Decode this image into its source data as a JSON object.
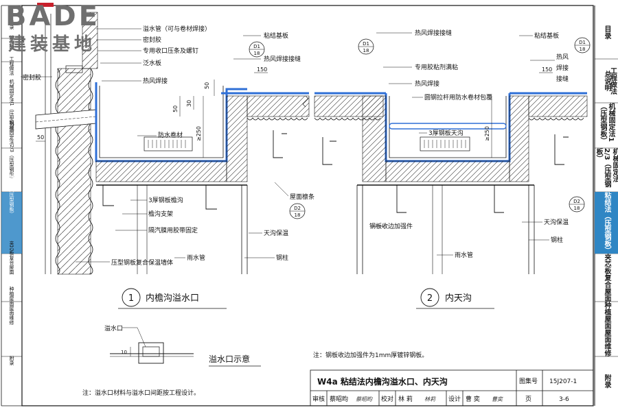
{
  "brand": {
    "top": "BADE",
    "bottom": "建装基地"
  },
  "side_tabs": [
    {
      "label": "目录",
      "active": false
    },
    {
      "label": "总说明",
      "active": false
    },
    {
      "label": "工程做法",
      "active": false
    },
    {
      "label": "机械固定法1（压型钢板）",
      "active": false
    },
    {
      "label": "机械固定法2/3（压型钢板）",
      "active": false
    },
    {
      "label": "粘结法（压型钢板）",
      "active": true
    },
    {
      "label": "夹芯板复合屋面",
      "active": false
    },
    {
      "label": "种植屋面屋面维修",
      "active": false
    },
    {
      "label": "附录",
      "active": false
    }
  ],
  "left_side_tabs": [
    "目录",
    "总说明",
    "工程做法",
    "机械固定法1（压型钢板）",
    "机械固定法2/3（压型钢板）",
    "粘结法（压型钢板）",
    "夹芯板复合屋面",
    "种植屋面屋面维修",
    "附录"
  ],
  "detail1": {
    "labels": {
      "overflow_pipe": "溢水管（可与卷材焊接）",
      "sealant_top": "密封胶",
      "batten": "专用收口压条及螺钉",
      "flashing": "泛水板",
      "hot_air_weld": "热风焊接",
      "sealant_left": "密封胶",
      "membrane": "防水卷材",
      "gutter": "3厚钢板檐沟",
      "gutter_support": "檐沟支架",
      "vapor_tape": "隔汽膜用胶带固定",
      "composite_wall": "压型钢板复合保温墙体",
      "bond_board": "粘结基板",
      "hot_air_seam": "热风焊接接缝",
      "purlin": "屋面檩条",
      "gutter_insulation": "天沟保温",
      "downpipe": "雨水管",
      "steel_column": "钢柱"
    },
    "dims": {
      "d150": "150",
      "d50a": "50",
      "d50b": "50",
      "d30": "30",
      "d250": "≥250",
      "d50c": "50"
    },
    "refs": {
      "ref1_num": "D1",
      "ref1_page": "18",
      "ref2_num": "D2",
      "ref2_page": "18"
    },
    "number": "1",
    "title": "内檐沟溢水口"
  },
  "detail2": {
    "labels": {
      "hot_air_seam": "热风焊接接缝",
      "special_glue": "专用胶粘剂满粘",
      "hot_air_weld": "热风焊接",
      "round_bar": "圆钢拉杆用防水卷材包覆",
      "gutter": "3厚钢板天沟",
      "bond_board": "粘结基板",
      "hot_air_weld_r1": "热风",
      "hot_air_weld_r2": "焊接",
      "hot_air_weld_r3": "接缝",
      "edge_stiffener": "钢板收边加强件",
      "gutter_insulation": "天沟保温",
      "steel_column": "钢柱",
      "downpipe": "雨水管"
    },
    "dims": {
      "d150": "150",
      "d250": "≥250"
    },
    "refs": {
      "ref1_num": "D1",
      "ref1_page": "18",
      "ref2_num": "D1",
      "ref2_page": "18",
      "ref3_num": "D2",
      "ref3_page": "18"
    },
    "number": "2",
    "title": "内天沟"
  },
  "overflow_sketch": {
    "label": "溢水口",
    "dim": "10",
    "title": "溢水口示意"
  },
  "notes": {
    "left": "注：溢水口材料与溢水口间距按工程设计。",
    "right": "注：钢板收边加强件为1mm厚镀锌钢板。"
  },
  "title_block": {
    "drawing_title": "W4a  粘结法内檐沟溢水口、内天沟",
    "atlas_label": "图集号",
    "atlas_no": "15J207-1",
    "review": "审核",
    "reviewer": "蔡昭昀",
    "reviewer_sig": "蔡昭昀",
    "check": "校对",
    "checker": "林  莉",
    "checker_sig": "林莉",
    "design": "设计",
    "designer": "曹  奕",
    "designer_sig": "曹奕",
    "page_label": "页",
    "page_no": "3-6"
  },
  "colors": {
    "membrane": "#2f6fd6",
    "active_tab": "#2f86c4",
    "logo_red": "#c8202c",
    "logo_gray": "#6f6f6f"
  }
}
